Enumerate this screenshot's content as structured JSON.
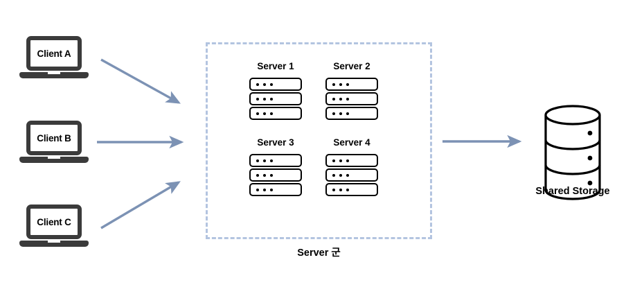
{
  "diagram": {
    "title": "Client-Server Shared Storage Architecture",
    "background_color": "#ffffff",
    "accent_color": "#7c92b4",
    "dashed_border_color": "#b3c4e0",
    "outline_color": "#000000",
    "laptop_color": "#3b3b3b"
  },
  "clients": [
    {
      "label": "Client A",
      "icon": "laptop-icon"
    },
    {
      "label": "Client B",
      "icon": "laptop-icon"
    },
    {
      "label": "Client C",
      "icon": "laptop-icon"
    }
  ],
  "server_group": {
    "caption": "Server 군",
    "servers": [
      {
        "label": "Server 1",
        "units": 3,
        "dots_per_unit": 3
      },
      {
        "label": "Server 2",
        "units": 3,
        "dots_per_unit": 3
      },
      {
        "label": "Server 3",
        "units": 3,
        "dots_per_unit": 3
      },
      {
        "label": "Server 4",
        "units": 3,
        "dots_per_unit": 3
      }
    ]
  },
  "storage": {
    "label": "Shared Storage",
    "icon": "database-cylinder-icon",
    "sections": 3
  },
  "connections": [
    {
      "from": "Client A",
      "to": "Server 군",
      "direction": "down-right"
    },
    {
      "from": "Client B",
      "to": "Server 군",
      "direction": "right"
    },
    {
      "from": "Client C",
      "to": "Server 군",
      "direction": "up-right"
    },
    {
      "from": "Server 군",
      "to": "Shared Storage",
      "direction": "right"
    }
  ]
}
